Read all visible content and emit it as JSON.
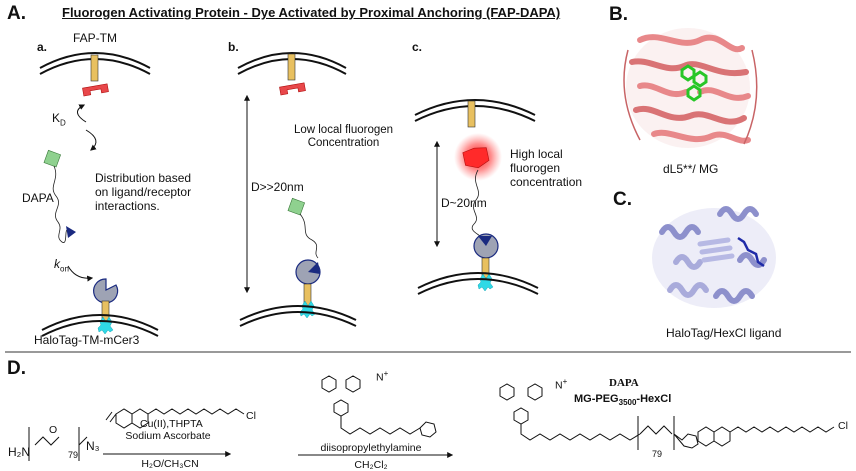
{
  "panels": {
    "A": {
      "letter": "A.",
      "title": "Fluorogen Activating Protein - Dye Activated by Proximal Anchoring (FAP-DAPA)"
    },
    "B": {
      "letter": "B.",
      "caption": "dL5**/ MG"
    },
    "C": {
      "letter": "C.",
      "caption": "HaloTag/HexCl ligand"
    },
    "D": {
      "letter": "D."
    }
  },
  "sub_a": {
    "letter": "a.",
    "fap_label": "FAP-TM",
    "kd_main": "K",
    "kd_sub": "D",
    "dapa_label": "DAPA",
    "distribution_text": "Distribution based on ligand/receptor interactions.",
    "kon_main": "k",
    "kon_sub": "on",
    "halotag_label": "HaloTag-TM-mCer3"
  },
  "sub_b": {
    "letter": "b.",
    "low_text": "Low local fluorogen Concentration",
    "distance": "D>>20nm"
  },
  "sub_c": {
    "letter": "c.",
    "high_text": "High local fluorogen concentration",
    "distance": "D~20nm"
  },
  "scheme": {
    "reactant_formula": "H2N-(CH2CH2O)79-N3",
    "reactant_parts": {
      "h2n": "H₂N",
      "sub79": "79",
      "n3": "N₃",
      "o": "O"
    },
    "step1_reagent1": "Cu(II),THPTA",
    "step1_reagent2": "Sodium Ascorbate",
    "step1_solvent": "H₂O/CH₃CN",
    "step2_reagent": "diisopropylethylamine",
    "step2_solvent": "CH₂Cl₂",
    "product_label": "DAPA",
    "product_name_main": "MG-PEG",
    "product_name_sub": "3500",
    "product_name_end": "-HexCl",
    "atom_labels": {
      "H": "H",
      "N": "N",
      "O": "O",
      "Cl": "Cl",
      "n79": "79",
      "plus": "+"
    }
  },
  "colors": {
    "membrane": "#111111",
    "tm_helix": "#e8c060",
    "fap": "#e8474a",
    "fap_active": "#ff2a2a",
    "fluorogen": "#8fd18f",
    "anchor": "#1a2a80",
    "halotag": "#9ea3b4",
    "cerulean": "#2fd9e6",
    "protein_B": "#e8888a",
    "mg_green": "#27c627",
    "protein_C": "#a9abdb",
    "ligand_blue": "#1f2ba8"
  }
}
